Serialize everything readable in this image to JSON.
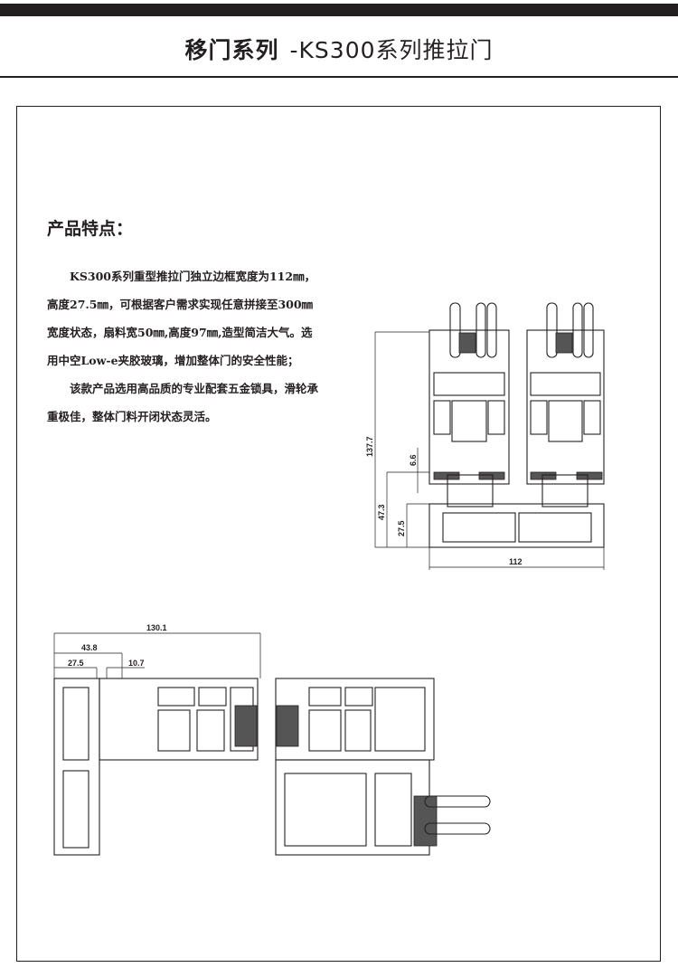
{
  "header": {
    "title_main": "移门系列",
    "title_sub": "-KS300系列推拉门"
  },
  "features": {
    "heading": "产品特点：",
    "paragraphs": [
      "KS300系列重型推拉门独立边框宽度为112㎜，高度27.5㎜，可根据客户需求实现任意拼接至300㎜宽度状态，扇料宽50㎜,高度97㎜,造型简洁大气。选用中空Low-e夹胶玻璃，增加整体门的安全性能；",
      "该款产品选用高品质的专业配套五金锁具，滑轮承重极佳，整体门料开闭状态灵活。"
    ]
  },
  "section_drawing": {
    "dims": {
      "total_height": "137.7",
      "gap": "6.6",
      "sash_offset": "47.3",
      "frame_height": "27.5",
      "frame_width": "112"
    }
  },
  "plan_drawing": {
    "dims": {
      "total": "130.1",
      "a": "43.8",
      "b": "27.5",
      "c": "10.7"
    }
  }
}
